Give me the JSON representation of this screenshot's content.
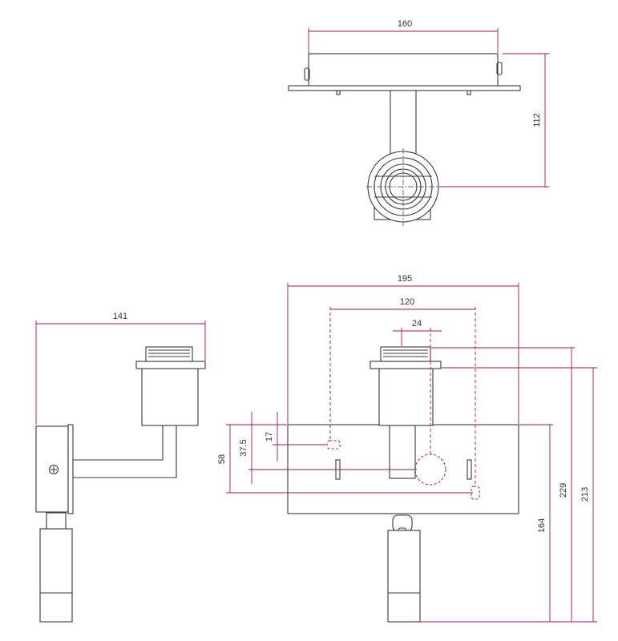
{
  "dimensions": {
    "top_width": "160",
    "top_height": "112",
    "side_depth": "141",
    "front_width_outer": "195",
    "front_width_holes": "120",
    "front_width_socket": "24",
    "front_height_total": "229",
    "front_height_total2": "213",
    "front_height_low": "164",
    "left_height_58": "58",
    "left_height_37_5": "37.5",
    "left_height_17": "17"
  },
  "colors": {
    "dimension_lines": "#b0124f",
    "part_outline": "#3a3a3a"
  }
}
